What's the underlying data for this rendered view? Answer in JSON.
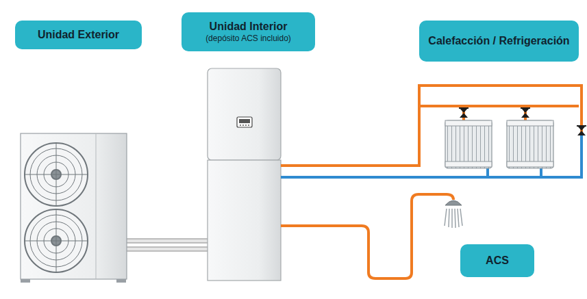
{
  "diagram": {
    "nodes": [
      {
        "text": [
          "Unidad Exterior"
        ]
      },
      {
        "text": [
          "Unidad Interior",
          "(depósito ACS incluido)"
        ]
      },
      {
        "text": [
          "Calefacción / Refrigeración"
        ]
      },
      {
        "text": [
          "ACS"
        ]
      }
    ],
    "edges": []
  }
}
